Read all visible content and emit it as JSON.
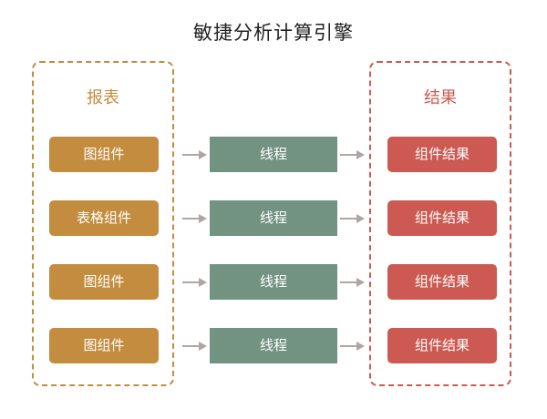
{
  "title": "敏捷分析计算引擎",
  "left_group": {
    "label": "报表"
  },
  "right_group": {
    "label": "结果"
  },
  "rows": [
    {
      "component": "图组件",
      "thread": "线程",
      "result": "组件结果"
    },
    {
      "component": "表格组件",
      "thread": "线程",
      "result": "组件结果"
    },
    {
      "component": "图组件",
      "thread": "线程",
      "result": "组件结果"
    },
    {
      "component": "图组件",
      "thread": "线程",
      "result": "组件结果"
    }
  ],
  "colors": {
    "component": "#c48c3e",
    "thread": "#729282",
    "result": "#cc5a52",
    "arrow": "#b0a4a4"
  }
}
